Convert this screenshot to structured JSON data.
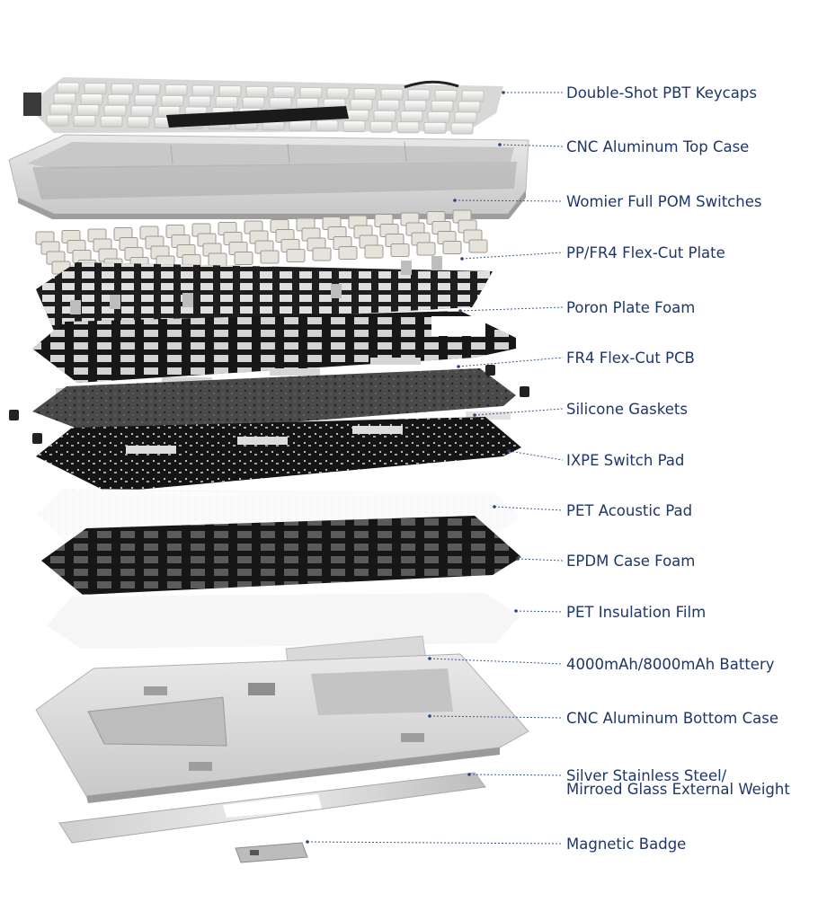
{
  "diagram": {
    "labels": [
      "Double-Shot PBT Keycaps",
      "CNC Aluminum Top Case",
      "Womier Full POM Switches",
      "PP/FR4 Flex-Cut Plate",
      "Poron Plate Foam",
      "FR4 Flex-Cut PCB",
      "Silicone Gaskets",
      "IXPE Switch Pad",
      "PET Acoustic Pad",
      "EPDM Case Foam",
      "PET Insulation Film",
      "4000mAh/8000mAh Battery",
      "CNC Aluminum Bottom Case",
      "Silver Stainless Steel/",
      "Mirroed Glass External Weight",
      "Magnetic Badge"
    ]
  },
  "colors": {
    "label_text": "#1f3668",
    "leader_line": "#3e5a8c",
    "aluminum": "#d6d6d6",
    "foam_black": "#1c1c1c",
    "pcb_gray": "#3a3a3a",
    "key_white": "#f0f0ee"
  }
}
